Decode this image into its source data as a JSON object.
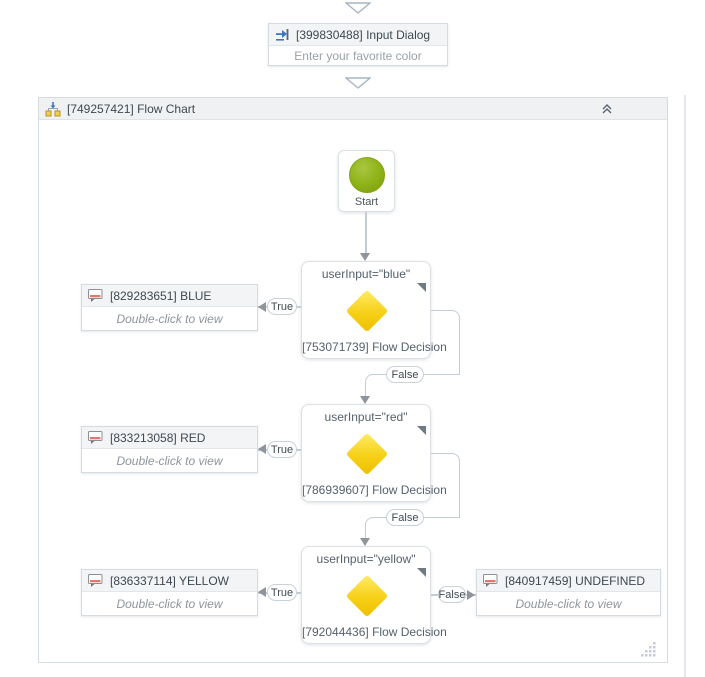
{
  "top": {
    "input_dialog": {
      "title": "[399830488] Input Dialog",
      "summary": "Enter your favorite color",
      "icon": "input-dialog-icon"
    }
  },
  "flowchart": {
    "title": "[749257421] Flow Chart",
    "icon": "flowchart-icon",
    "collapse_icon": "collapse-chevrons-icon",
    "start_label": "Start",
    "decisions": [
      {
        "condition": "userInput=\"blue\"",
        "name": "[753071739] Flow Decision"
      },
      {
        "condition": "userInput=\"red\"",
        "name": "[786939607] Flow Decision"
      },
      {
        "condition": "userInput=\"yellow\"",
        "name": "[792044436] Flow Decision"
      }
    ],
    "messages": [
      {
        "title": "[829283651] BLUE",
        "body": "Double-click to view",
        "icon": "message-bubble-icon"
      },
      {
        "title": "[833213058] RED",
        "body": "Double-click to view",
        "icon": "message-bubble-icon"
      },
      {
        "title": "[836337114] YELLOW",
        "body": "Double-click to view",
        "icon": "message-bubble-icon"
      },
      {
        "title": "[840917459] UNDEFINED",
        "body": "Double-click to view",
        "icon": "message-bubble-icon"
      }
    ],
    "labels": {
      "true_label": "True",
      "false_label": "False"
    }
  },
  "icons": {
    "insert-chevron-icon": "open down-pointing triangle drop target",
    "input-dialog-icon": "blue arrow entering bar",
    "flowchart-icon": "mini flowchart with yellow nodes",
    "message-bubble-icon": "speech bubble with red bar",
    "collapse-chevrons-icon": "double chevron up",
    "resize-grip-icon": "ascending dot columns"
  },
  "colors": {
    "diamond_yellow": "#f5c802",
    "start_green": "#8db117",
    "message_red": "#e4766c",
    "accent_blue": "#3b78c3",
    "connector": "#c2ccd6",
    "header_gray": "#eff1f2"
  }
}
